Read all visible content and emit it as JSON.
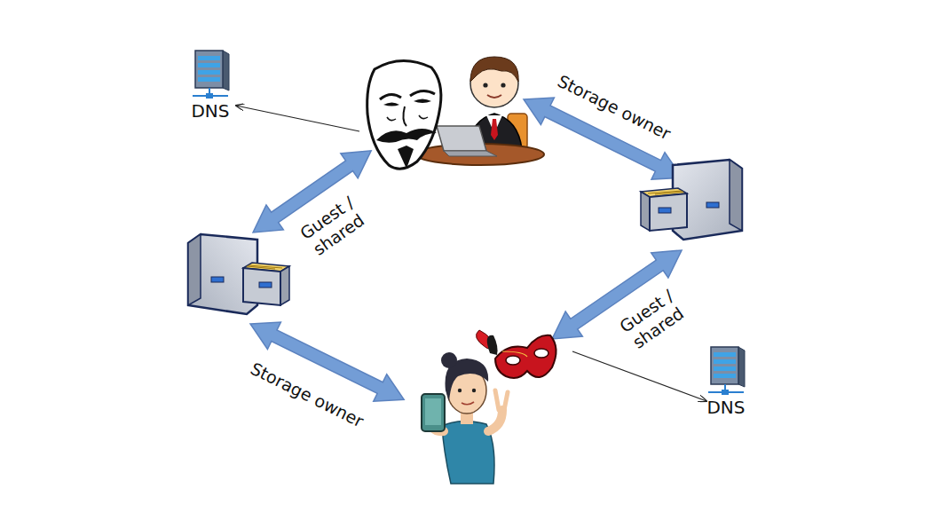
{
  "diagram": {
    "nodes": [
      {
        "text": [
          "DNS"
        ]
      },
      {
        "text": [
          "DNS"
        ]
      }
    ],
    "labels": [
      "Storage owner",
      "Guest / shared",
      "Guest / shared",
      "Storage owner"
    ]
  }
}
